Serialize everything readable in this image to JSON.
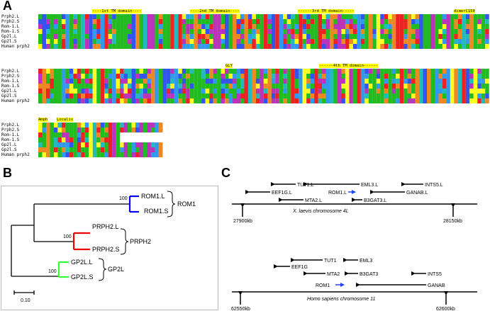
{
  "panel_a": {
    "letter": "A",
    "sequence_names": [
      "Prph2.L",
      "Prph2.S",
      "Rom-1.L",
      "Rom-1.S",
      "Gp2l.L",
      "Gp2l.S",
      "Human prph2"
    ],
    "block1_domains": [
      "----1st TM domain----",
      "----2nd TM domain----",
      "------3rd TM domain-----",
      "dimerC150"
    ],
    "block2_domains": [
      "GLY",
      "------4th TM domain------"
    ],
    "block3_domains": [
      "Amph",
      "Localis"
    ]
  },
  "panel_b": {
    "letter": "B",
    "leaves": [
      "ROM1.L",
      "ROM1.S",
      "PRPH2.L",
      "PRPH2.S",
      "GP2L.L",
      "GP2L.S"
    ],
    "bootstrap": [
      "100",
      "100",
      "100"
    ],
    "groups": [
      "ROM1",
      "PRPH2",
      "GP2L"
    ],
    "scale_label": "0.10",
    "colors": {
      "rom1": "#0000ee",
      "prph2": "#ee0000",
      "gp2l": "#33ff33"
    }
  },
  "panel_c": {
    "letter": "C",
    "laevis": {
      "genes": [
        "TUT1.L",
        "EML3.L",
        "INTS5.L",
        "EEF1G.L",
        "ROM1.L",
        "GANAB.L",
        "MTA2.L",
        "B3GAT3.L"
      ],
      "chromosome": "X. laevis chromosome 4L",
      "coords": [
        "27900kb",
        "28150kb"
      ]
    },
    "sapiens": {
      "genes": [
        "TUT1",
        "EML3",
        "EEF1G",
        "MTA2",
        "B3GAT3",
        "INTS5",
        "ROM1",
        "GANAB"
      ],
      "chromosome": "Homo sapiens chromosome 11",
      "coords": [
        "62550kb",
        "62600kb"
      ]
    },
    "rom1_color": "#2244ee"
  }
}
